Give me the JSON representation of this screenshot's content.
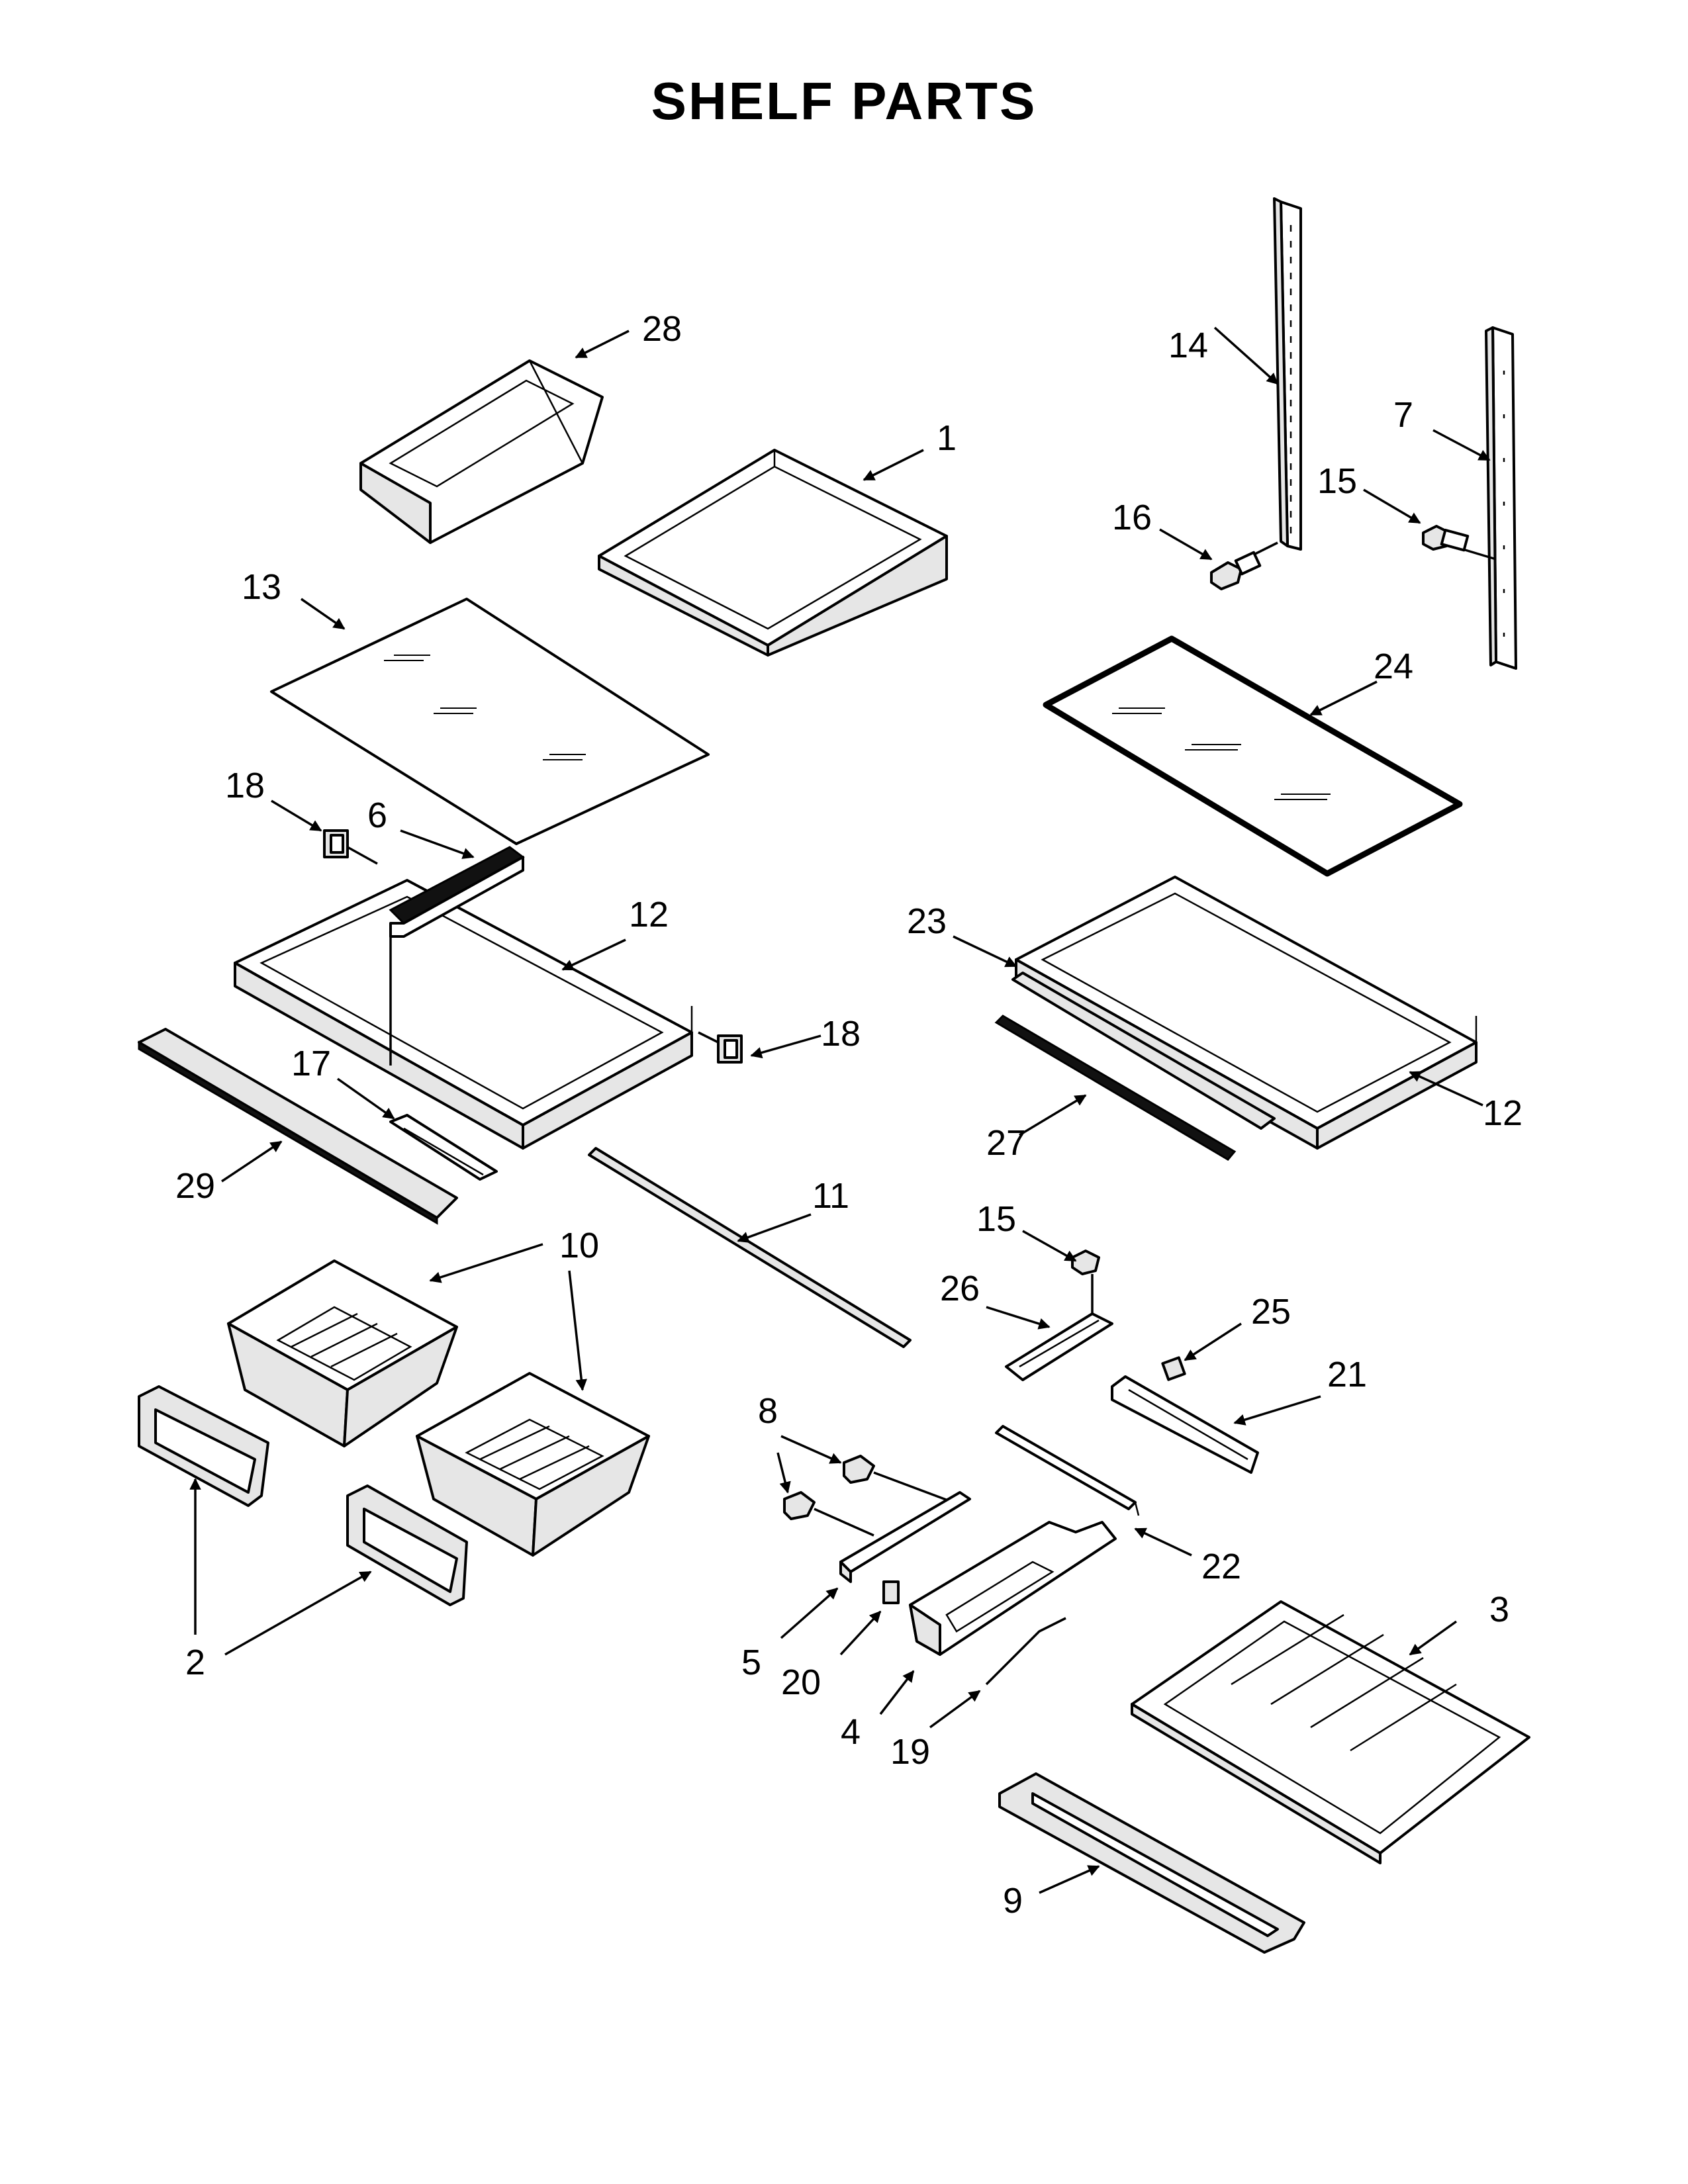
{
  "title": "SHELF PARTS",
  "callouts": {
    "c1": "1",
    "c2": "2",
    "c3": "3",
    "c4": "4",
    "c5": "5",
    "c6": "6",
    "c7": "7",
    "c8": "8",
    "c9": "9",
    "c10": "10",
    "c11": "11",
    "c12a": "12",
    "c12b": "12",
    "c13": "13",
    "c14": "14",
    "c15a": "15",
    "c15b": "15",
    "c16": "16",
    "c17": "17",
    "c18a": "18",
    "c18b": "18",
    "c19": "19",
    "c20": "20",
    "c21": "21",
    "c22": "22",
    "c23": "23",
    "c24": "24",
    "c25": "25",
    "c26": "26",
    "c27": "27",
    "c28": "28",
    "c29": "29"
  }
}
